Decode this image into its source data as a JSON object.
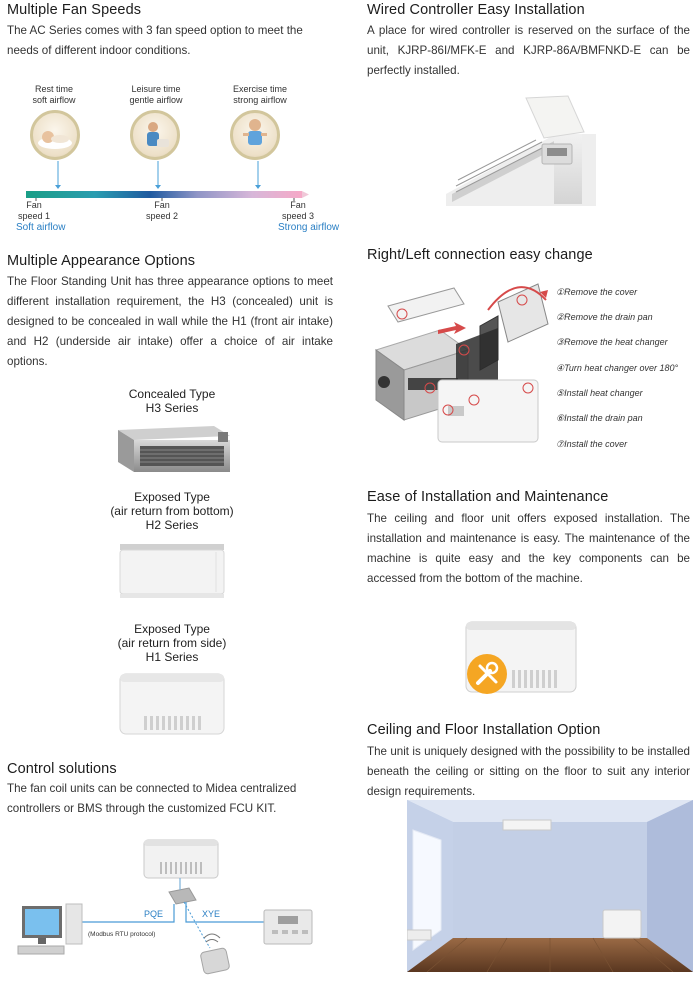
{
  "fan": {
    "title": "Multiple Fan Speeds",
    "text": "The AC Series comes with 3 fan speed option to meet the needs of different indoor conditions.",
    "modes": [
      {
        "l1": "Rest time",
        "l2": "soft airflow"
      },
      {
        "l1": "Leisure time",
        "l2": "gentle airflow"
      },
      {
        "l1": "Exercise time",
        "l2": "strong airflow"
      }
    ],
    "speeds": [
      {
        "l1": "Fan",
        "l2": "speed 1"
      },
      {
        "l1": "Fan",
        "l2": "speed 2"
      },
      {
        "l1": "Fan",
        "l2": "speed 3"
      }
    ],
    "soft": "Soft airflow",
    "strong": "Strong airflow"
  },
  "appearance": {
    "title": "Multiple Appearance Options",
    "text": "The Floor Standing Unit has three appearance options to meet different installation requirement, the H3 (concealed) unit is designed to be concealed in wall while the H1 (front air intake) and H2 (underside air intake) offer a choice of air intake options.",
    "types": [
      {
        "l1": "Concealed Type",
        "l2": "H3 Series",
        "l3": ""
      },
      {
        "l1": "Exposed Type",
        "l2": "(air return from bottom)",
        "l3": "H2 Series"
      },
      {
        "l1": "Exposed Type",
        "l2": "(air return from side)",
        "l3": "H1 Series"
      }
    ]
  },
  "control": {
    "title": "Control solutions",
    "text": "The fan coil units can be connected to Midea centralized controllers or BMS through the customized FCU KIT.",
    "pqe": "PQE",
    "xye": "XYE",
    "modbus": "(Modbus RTU protocol)"
  },
  "wired": {
    "title": "Wired Controller Easy Installation",
    "text": "A place for wired controller is reserved on the surface of the unit, KJRP-86I/MFK-E and KJRP-86A/BMFNKD-E can be perfectly installed."
  },
  "connection": {
    "title": "Right/Left connection easy change",
    "steps": [
      "①Remove the cover",
      "②Remove the drain pan",
      "③Remove the heat changer",
      "④Turn heat changer over 180°",
      "⑤Install heat changer",
      "⑥Install the drain pan",
      "⑦Install the cover"
    ]
  },
  "maintenance": {
    "title": "Ease of Installation and Maintenance",
    "text": "The ceiling and floor unit offers exposed installation. The installation and maintenance is easy. The maintenance of the machine is quite easy and the key components can be accessed from the bottom of the machine."
  },
  "ceiling": {
    "title": "Ceiling and Floor Installation Option",
    "text": "The unit is uniquely designed with the possibility to be installed beneath the ceiling or sitting on the floor to suit any interior design requirements."
  },
  "colors": {
    "accent_blue": "#2a7fc4",
    "speed_bar_start": "#1aa089",
    "speed_bar_end": "#f2a7c8",
    "tool_badge": "#f5a623"
  }
}
